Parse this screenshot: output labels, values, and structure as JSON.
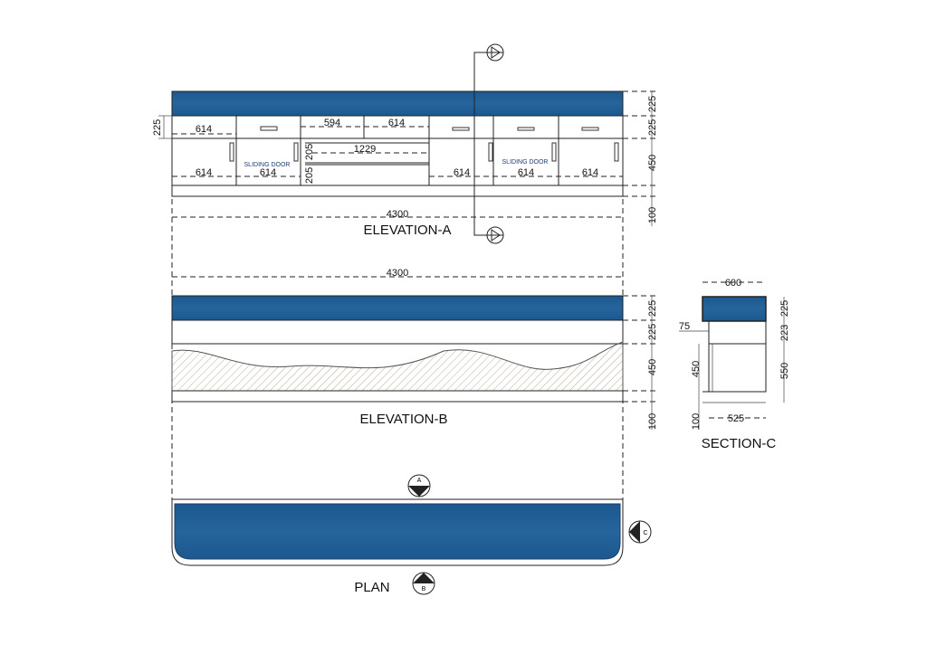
{
  "elevation_a": {
    "title": "ELEVATION-A",
    "overall": "4300",
    "left_dim": "225",
    "right_dims": [
      "225",
      "225",
      "450",
      "100"
    ],
    "top_row": [
      "614",
      "594",
      "614"
    ],
    "middle": {
      "width": "1229",
      "upper": "205",
      "lower": "205"
    },
    "bottom_row": [
      "614",
      "614",
      "614",
      "614",
      "614"
    ],
    "door_labels": [
      "SLIDING DOOR",
      "SLIDING DOOR"
    ]
  },
  "elevation_b": {
    "title": "ELEVATION-B",
    "overall": "4300",
    "right_dims": [
      "225",
      "225",
      "450",
      "100"
    ]
  },
  "section_c": {
    "title": "SECTION-C",
    "width": "600",
    "inner_width": "525",
    "offset": "75",
    "left_dims": [
      "450",
      "100"
    ],
    "right_dims": [
      "225",
      "223",
      "550"
    ]
  },
  "plan": {
    "title": "PLAN",
    "markers": {
      "a": "A",
      "b": "B",
      "c": "C"
    }
  },
  "colors": {
    "worktop": "#1f5a8e"
  }
}
